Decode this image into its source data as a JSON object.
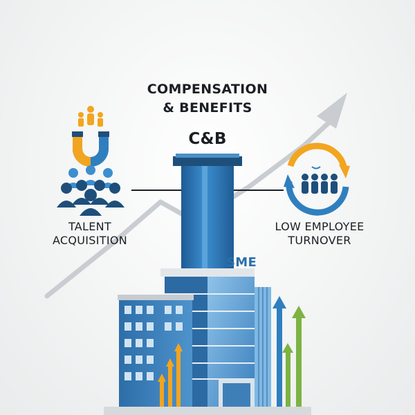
{
  "title": "COMPENSATION\n& BENEFITS",
  "abbrev": "C&B",
  "left_label": "TALENT\nACQUISITION",
  "right_label": "LOW EMPLOYEE\nTURNOVER",
  "building_label": "SME",
  "colors": {
    "navy": "#1e4f7a",
    "blue": "#2f7fbf",
    "light_blue": "#5ea6d8",
    "orange": "#f2a51f",
    "green": "#7cb342",
    "gray_arrow": "#c9cdd1",
    "connector": "#1b1f24"
  },
  "icons": [
    "magnet-icon",
    "family-icon",
    "crowd-icon",
    "cycle-arrows-icon",
    "team-icon",
    "trend-arrow-icon",
    "growth-arrows-icon"
  ]
}
